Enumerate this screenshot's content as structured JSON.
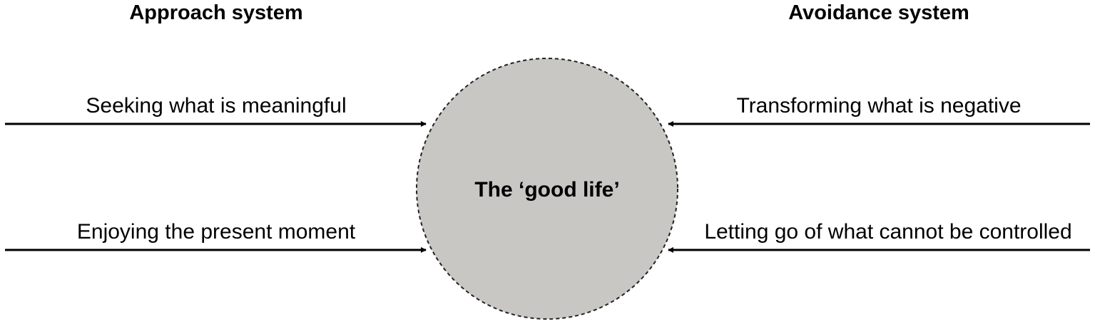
{
  "approach": {
    "heading": "Approach system",
    "items": [
      "Seeking what is meaningful",
      "Enjoying the present moment"
    ]
  },
  "avoidance": {
    "heading": "Avoidance system",
    "items": [
      "Transforming what is negative",
      "Letting go of what cannot be controlled"
    ]
  },
  "center": {
    "label": "The ‘good life’"
  },
  "colors": {
    "circle_fill": "#c8c7c3",
    "circle_stroke": "#222222",
    "arrow": "#000000"
  }
}
